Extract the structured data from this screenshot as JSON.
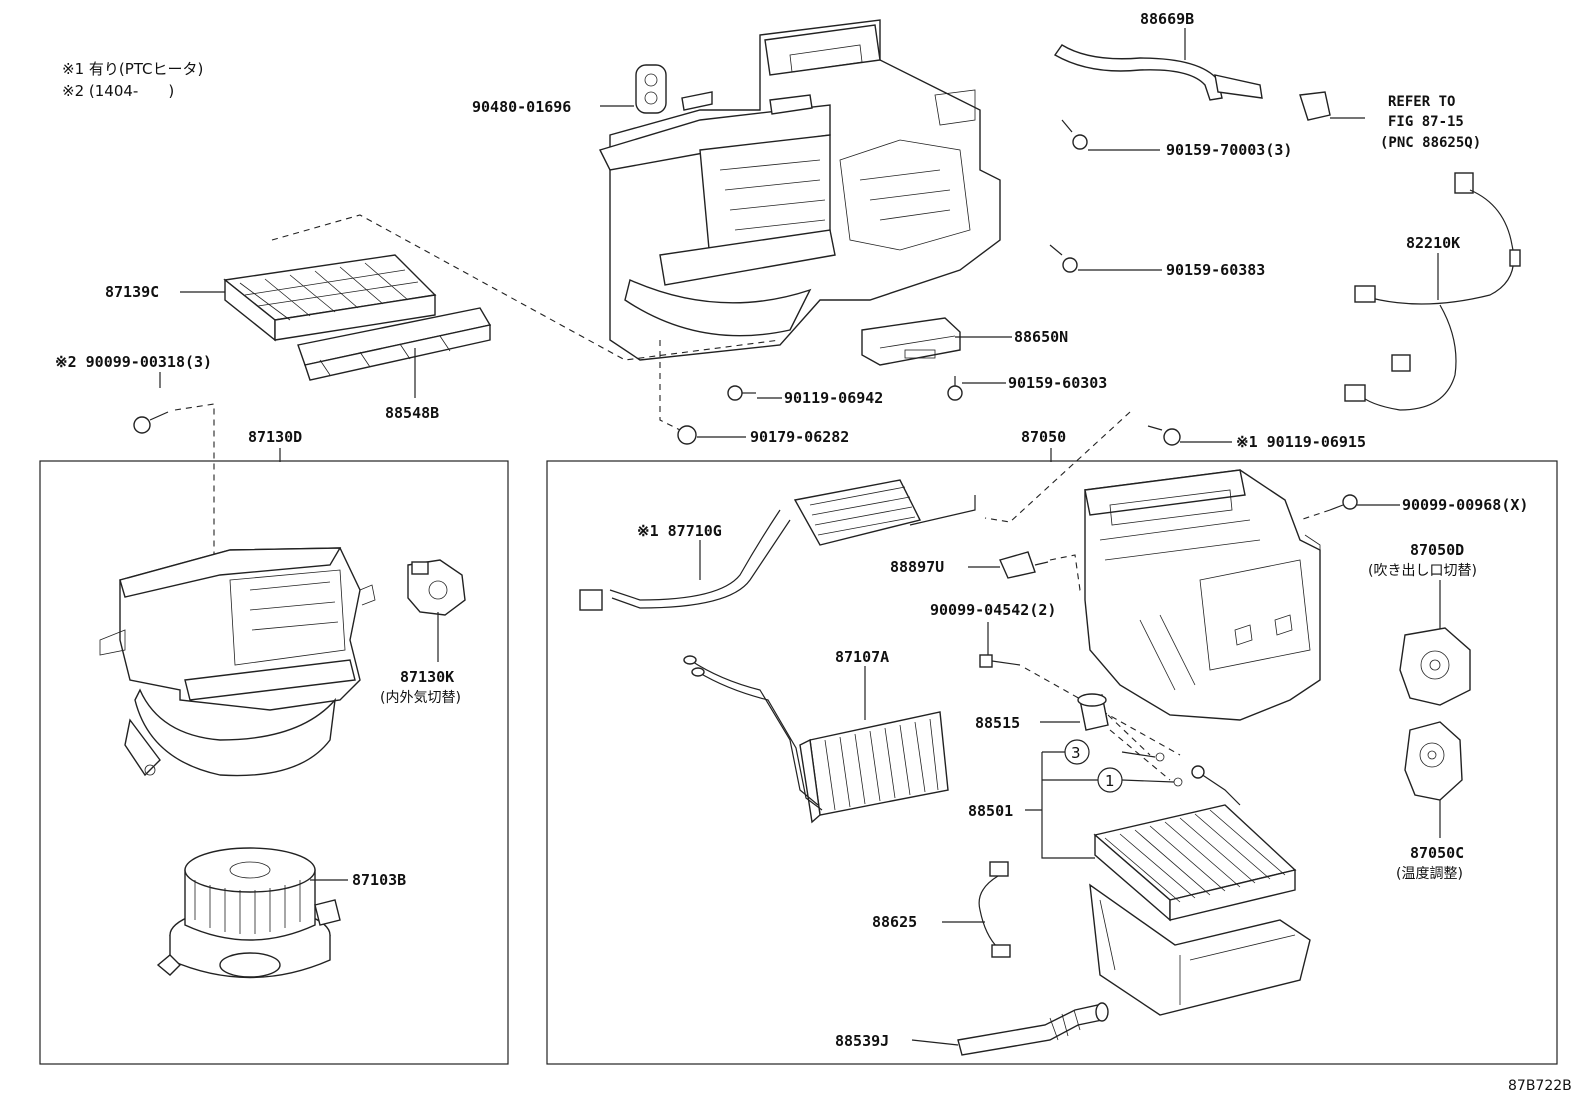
{
  "notes": {
    "note1": "※1 有り(PTCヒータ)",
    "note2": "※2 (1404-　　)"
  },
  "labels": {
    "p88669B": "88669B",
    "refer1": "REFER TO",
    "refer2": "FIG 87-15",
    "refer3": "(PNC 88625Q)",
    "p90480": "90480-01696",
    "p90159_70003": "90159-70003(3)",
    "p82210K": "82210K",
    "p90159_60383": "90159-60383",
    "p87139C": "87139C",
    "p88650N": "88650N",
    "p90099_00318": "※2 90099-00318(3)",
    "p90119_06942": "90119-06942",
    "p90159_60303": "90159-60303",
    "p88548B": "88548B",
    "p90179": "90179-06282",
    "p87130D": "87130D",
    "p87050": "87050",
    "p90119_06915": "※1 90119-06915",
    "p87710G": "※1 87710G",
    "p90099_00968": "90099-00968(X)",
    "p88897U": "88897U",
    "p87050D": "87050D",
    "p87050D_sub": "(吹き出し口切替)",
    "p90099_04542": "90099-04542(2)",
    "p87107A": "87107A",
    "p87130K": "87130K",
    "p87130K_sub": "(内外気切替)",
    "p88515": "88515",
    "p88501": "88501",
    "p87050C": "87050C",
    "p87050C_sub": "(温度調整)",
    "p87103B": "87103B",
    "p88625": "88625",
    "p88539J": "88539J",
    "circle3": "3",
    "circle1": "1",
    "code": "87B722B"
  }
}
